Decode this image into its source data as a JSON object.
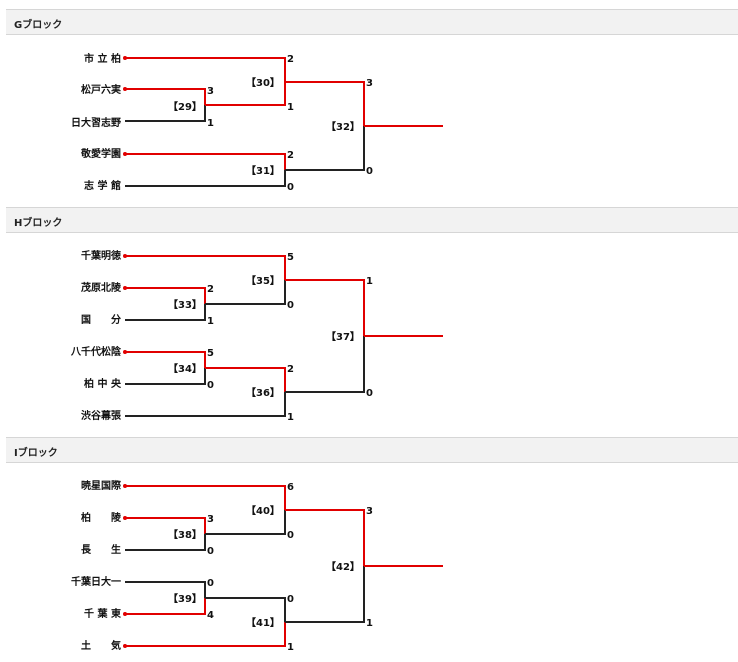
{
  "blocks": [
    {
      "title": "Gブロック",
      "teams": [
        "市 立 柏",
        "松戸六実",
        "日大習志野",
        "敬愛学園",
        "志 学 館"
      ],
      "matches": [
        {
          "id": "【29】",
          "scores": [
            "3",
            "1"
          ]
        },
        {
          "id": "【30】",
          "scores": [
            "2",
            "1"
          ]
        },
        {
          "id": "【31】",
          "scores": [
            "2",
            "0"
          ]
        },
        {
          "id": "【32】",
          "scores": [
            "3",
            "0"
          ]
        }
      ]
    },
    {
      "title": "Hブロック",
      "teams": [
        "千葉明徳",
        "茂原北陵",
        "国　　分",
        "八千代松陰",
        "柏 中 央",
        "渋谷幕張"
      ],
      "matches": [
        {
          "id": "【33】",
          "scores": [
            "2",
            "1"
          ]
        },
        {
          "id": "【34】",
          "scores": [
            "5",
            "0"
          ]
        },
        {
          "id": "【35】",
          "scores": [
            "5",
            "0"
          ]
        },
        {
          "id": "【36】",
          "scores": [
            "2",
            "1"
          ]
        },
        {
          "id": "【37】",
          "scores": [
            "1",
            "0"
          ]
        }
      ]
    },
    {
      "title": "Iブロック",
      "teams": [
        "暁星国際",
        "柏　　陵",
        "長　　生",
        "千葉日大一",
        "千 葉 東",
        "土　　気"
      ],
      "matches": [
        {
          "id": "【38】",
          "scores": [
            "3",
            "0"
          ]
        },
        {
          "id": "【39】",
          "scores": [
            "0",
            "4"
          ]
        },
        {
          "id": "【40】",
          "scores": [
            "6",
            "0"
          ]
        },
        {
          "id": "【41】",
          "scores": [
            "0",
            "1"
          ]
        },
        {
          "id": "【42】",
          "scores": [
            "3",
            "1"
          ]
        }
      ]
    }
  ],
  "colors": {
    "winner": "#e10000",
    "loser": "#222222"
  }
}
